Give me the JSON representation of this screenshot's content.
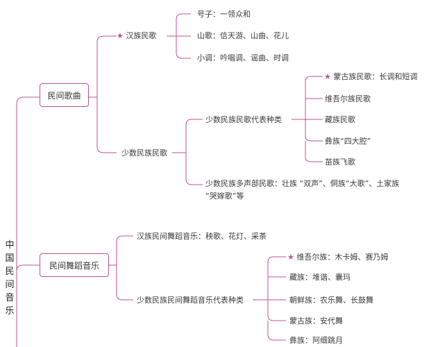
{
  "root": "中国民间音乐",
  "colors": {
    "line": "#c0508a",
    "star": "#c0508a"
  },
  "branch1": {
    "label": "民间歌曲",
    "han": {
      "label": "汉族民歌",
      "starred": true,
      "items": [
        "号子：一领众和",
        "山歌：信天游、山曲、花儿",
        "小调：吟唱调、谣曲、时调"
      ]
    },
    "minority": {
      "label": "少数民族民歌",
      "types": {
        "label": "少数民族民歌代表种类",
        "items": [
          "蒙古族民歌：长调和短调",
          "维吾尔族民歌",
          "藏族民歌",
          "彝族“四大腔”",
          "苗族飞歌"
        ],
        "starred_index": 0
      },
      "polyphonic_line1": "少数民族多声部民歌：壮族 “双声”、侗族“大歌”、土家族",
      "polyphonic_line2": "“哭嫁歌”等"
    }
  },
  "branch2": {
    "label": "民间舞蹈音乐",
    "han": "汉族民间舞蹈音乐：秧歌、花灯、采茶",
    "minority": {
      "label": "少数民族民间舞蹈音乐代表种类",
      "items": [
        "维吾尔族：木卡姆、赛乃姆",
        "藏族：堆谐、囊玛",
        "朝鲜族：农乐舞、长鼓舞",
        "蒙古族：安代舞",
        "彝族：阿细跳月"
      ],
      "starred_index": 0
    }
  }
}
